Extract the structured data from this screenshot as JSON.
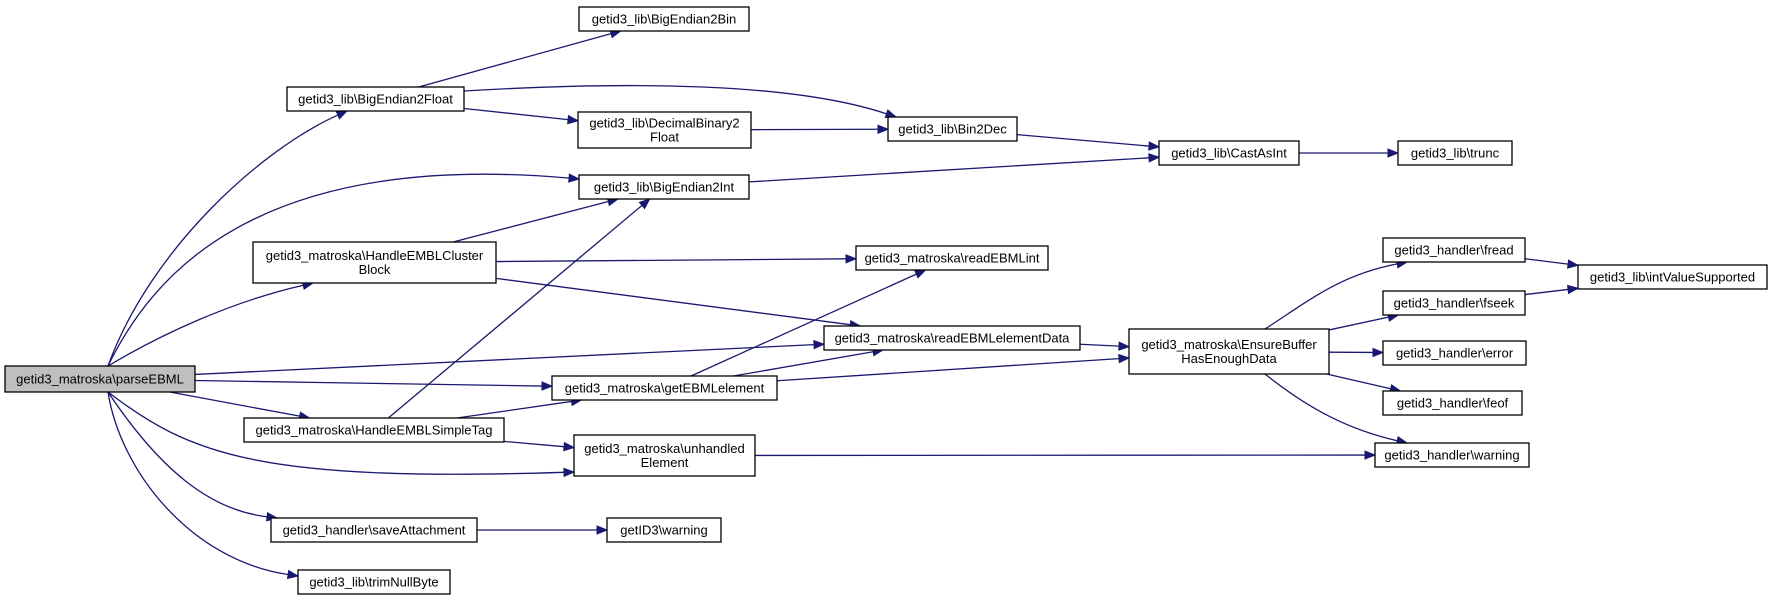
{
  "nodes": {
    "parseEBML": [
      "getid3_matroska\\parseEBML"
    ],
    "BigEndian2Bin": [
      "getid3_lib\\BigEndian2Bin"
    ],
    "BigEndian2Float": [
      "getid3_lib\\BigEndian2Float"
    ],
    "DecimalBinary2Float": [
      "getid3_lib\\DecimalBinary2",
      "Float"
    ],
    "Bin2Dec": [
      "getid3_lib\\Bin2Dec"
    ],
    "CastAsInt": [
      "getid3_lib\\CastAsInt"
    ],
    "trunc": [
      "getid3_lib\\trunc"
    ],
    "BigEndian2Int": [
      "getid3_lib\\BigEndian2Int"
    ],
    "HandleEMBLClusterBlock": [
      "getid3_matroska\\HandleEMBLCluster",
      "Block"
    ],
    "readEBMLint": [
      "getid3_matroska\\readEBMLint"
    ],
    "readEBMLelementData": [
      "getid3_matroska\\readEBMLelementData"
    ],
    "EnsureBufferHasEnoughData": [
      "getid3_matroska\\EnsureBuffer",
      "HasEnoughData"
    ],
    "fread": [
      "getid3_handler\\fread"
    ],
    "fseek": [
      "getid3_handler\\fseek"
    ],
    "intValueSupported": [
      "getid3_lib\\intValueSupported"
    ],
    "error": [
      "getid3_handler\\error"
    ],
    "feof": [
      "getid3_handler\\feof"
    ],
    "getEBMLelement": [
      "getid3_matroska\\getEBMLelement"
    ],
    "HandleEMBLSimpleTag": [
      "getid3_matroska\\HandleEMBLSimpleTag"
    ],
    "unhandledElement": [
      "getid3_matroska\\unhandled",
      "Element"
    ],
    "handlerWarning": [
      "getid3_handler\\warning"
    ],
    "saveAttachment": [
      "getid3_handler\\saveAttachment"
    ],
    "getID3Warning": [
      "getID3\\warning"
    ],
    "trimNullByte": [
      "getid3_lib\\trimNullByte"
    ]
  },
  "edges": [
    [
      "parseEBML",
      "BigEndian2Float"
    ],
    [
      "parseEBML",
      "BigEndian2Int"
    ],
    [
      "parseEBML",
      "HandleEMBLClusterBlock"
    ],
    [
      "parseEBML",
      "readEBMLelementData"
    ],
    [
      "parseEBML",
      "getEBMLelement"
    ],
    [
      "parseEBML",
      "HandleEMBLSimpleTag"
    ],
    [
      "parseEBML",
      "unhandledElement"
    ],
    [
      "parseEBML",
      "saveAttachment"
    ],
    [
      "parseEBML",
      "trimNullByte"
    ],
    [
      "BigEndian2Float",
      "BigEndian2Bin"
    ],
    [
      "BigEndian2Float",
      "DecimalBinary2Float"
    ],
    [
      "BigEndian2Float",
      "Bin2Dec"
    ],
    [
      "DecimalBinary2Float",
      "Bin2Dec"
    ],
    [
      "Bin2Dec",
      "CastAsInt"
    ],
    [
      "CastAsInt",
      "trunc"
    ],
    [
      "BigEndian2Int",
      "CastAsInt"
    ],
    [
      "HandleEMBLClusterBlock",
      "BigEndian2Int"
    ],
    [
      "HandleEMBLClusterBlock",
      "readEBMLint"
    ],
    [
      "HandleEMBLClusterBlock",
      "readEBMLelementData"
    ],
    [
      "readEBMLelementData",
      "EnsureBufferHasEnoughData"
    ],
    [
      "EnsureBufferHasEnoughData",
      "fread"
    ],
    [
      "EnsureBufferHasEnoughData",
      "fseek"
    ],
    [
      "EnsureBufferHasEnoughData",
      "error"
    ],
    [
      "EnsureBufferHasEnoughData",
      "feof"
    ],
    [
      "EnsureBufferHasEnoughData",
      "handlerWarning"
    ],
    [
      "fread",
      "intValueSupported"
    ],
    [
      "fseek",
      "intValueSupported"
    ],
    [
      "getEBMLelement",
      "readEBMLint"
    ],
    [
      "getEBMLelement",
      "readEBMLelementData"
    ],
    [
      "getEBMLelement",
      "EnsureBufferHasEnoughData"
    ],
    [
      "HandleEMBLSimpleTag",
      "BigEndian2Int"
    ],
    [
      "HandleEMBLSimpleTag",
      "getEBMLelement"
    ],
    [
      "HandleEMBLSimpleTag",
      "unhandledElement"
    ],
    [
      "unhandledElement",
      "handlerWarning"
    ],
    [
      "saveAttachment",
      "getID3Warning"
    ]
  ],
  "colors": {
    "edge": "#191970",
    "root_fill": "#bfbfbf",
    "node_fill": "#ffffff",
    "node_border": "#000000"
  }
}
